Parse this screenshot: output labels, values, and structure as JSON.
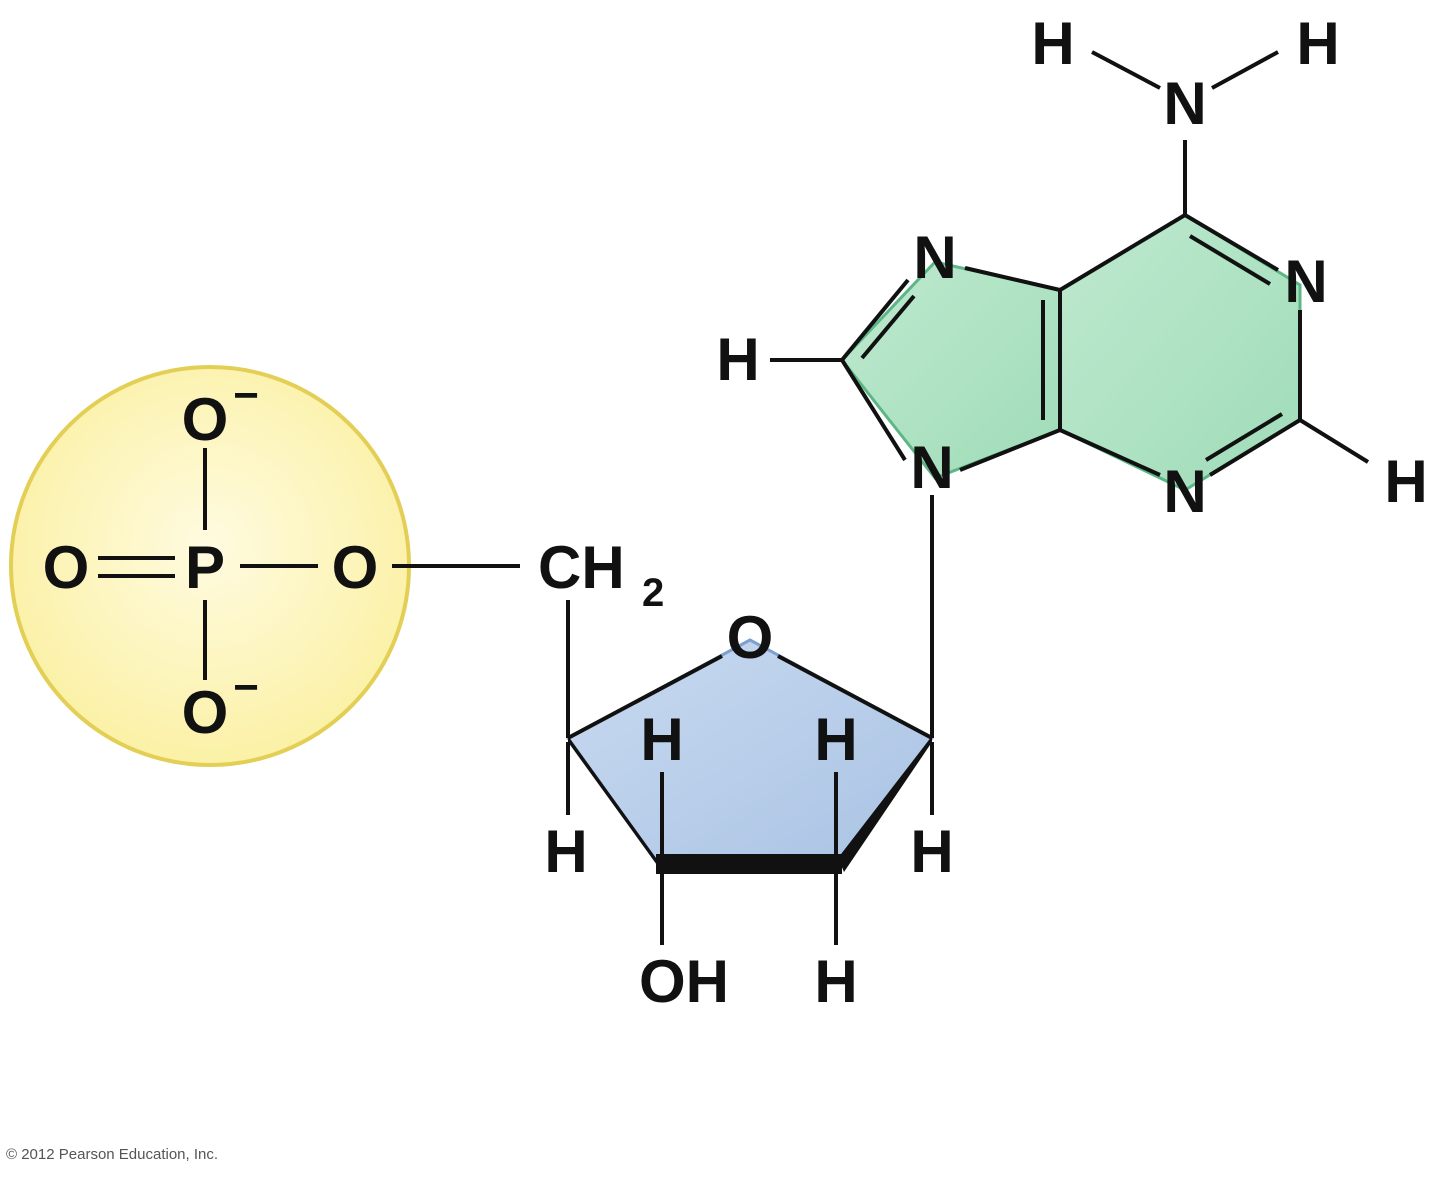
{
  "atoms": {
    "phosphate_o_top": "O",
    "phosphate_o_bottom": "O",
    "phosphate_o_double": "O",
    "phosphorus": "P",
    "phosphate_o_ester": "O",
    "charge_top": "−",
    "charge_bottom": "−",
    "ch2": "CH",
    "ch2_sub": "2",
    "ring_o": "O",
    "sugar_h_c3_up": "H",
    "sugar_h_c2_up": "H",
    "sugar_h_c4": "H",
    "sugar_h_c1": "H",
    "sugar_oh": "OH",
    "sugar_h_c2_down": "H",
    "base_n9": "N",
    "base_n7": "N",
    "base_h8": "H",
    "base_n1": "N",
    "base_n3": "N",
    "base_h2": "H",
    "amino_n": "N",
    "amino_h_left": "H",
    "amino_h_right": "H"
  },
  "colors": {
    "phosphate_fill": "#fbf1a6",
    "phosphate_edge": "#e3cf55",
    "sugar_fill": "#a9c3e4",
    "sugar_edge": "#7f9fd0",
    "base_fill": "#9fdcb8",
    "base_edge": "#5cb685",
    "bond": "#111111"
  },
  "copyright": "© 2012 Pearson Education, Inc."
}
